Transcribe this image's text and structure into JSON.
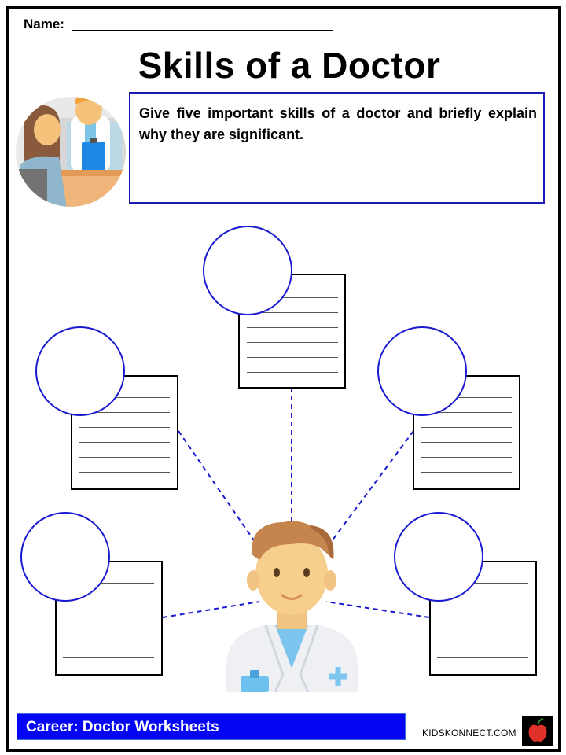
{
  "header": {
    "name_label": "Name:"
  },
  "title": "Skills of a Doctor",
  "prompt": "Give five important skills of a doctor and briefly explain why they are significant.",
  "footer": {
    "career_label": "Career: Doctor Worksheets",
    "brand": "KIDSKONNECT.COM"
  },
  "illustrations": {
    "consultation": "doctor-consultation-illustration",
    "doctor": "doctor-avatar-illustration"
  },
  "skill_cards": [
    {
      "id": "top",
      "lines": 6
    },
    {
      "id": "upper-left",
      "lines": 6
    },
    {
      "id": "upper-right",
      "lines": 6
    },
    {
      "id": "lower-left",
      "lines": 6
    },
    {
      "id": "lower-right",
      "lines": 6
    }
  ],
  "colors": {
    "accent_blue": "#0505f5",
    "circle_border": "#1a1ad0",
    "connector": "#1a1ad0"
  }
}
